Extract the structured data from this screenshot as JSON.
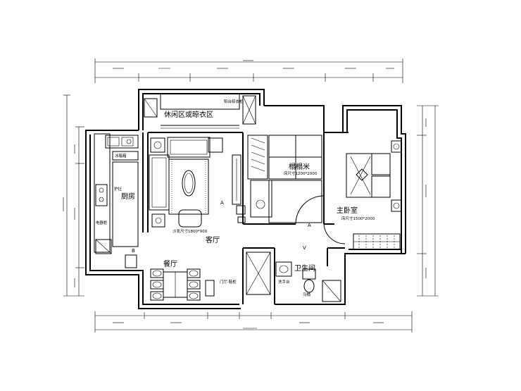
{
  "rooms": {
    "leisure": "休闲区或晾衣区",
    "kitchen": "厨房",
    "living": "客厅",
    "dining": "餐厅",
    "tatami": "榻榻米",
    "master_bedroom": "主卧室",
    "bathroom": "卫生间"
  },
  "notes": {
    "fridge": "冰箱箱",
    "microwave": "电器柜",
    "stove_note": "炉灶",
    "sofa_note": "沙发尺寸1800*900",
    "entry_cabinet": "门厅·鞋柜",
    "tatami_note": "床尺寸1200*2000",
    "bed_note": "床尺寸1500*2000",
    "balcony_note": "阳台晾衣柜",
    "sink_note": "洗手台",
    "toilet_note": "马桶"
  },
  "markers": {
    "a1": "A",
    "a2": "A",
    "v1": "V",
    "b1": "B"
  }
}
